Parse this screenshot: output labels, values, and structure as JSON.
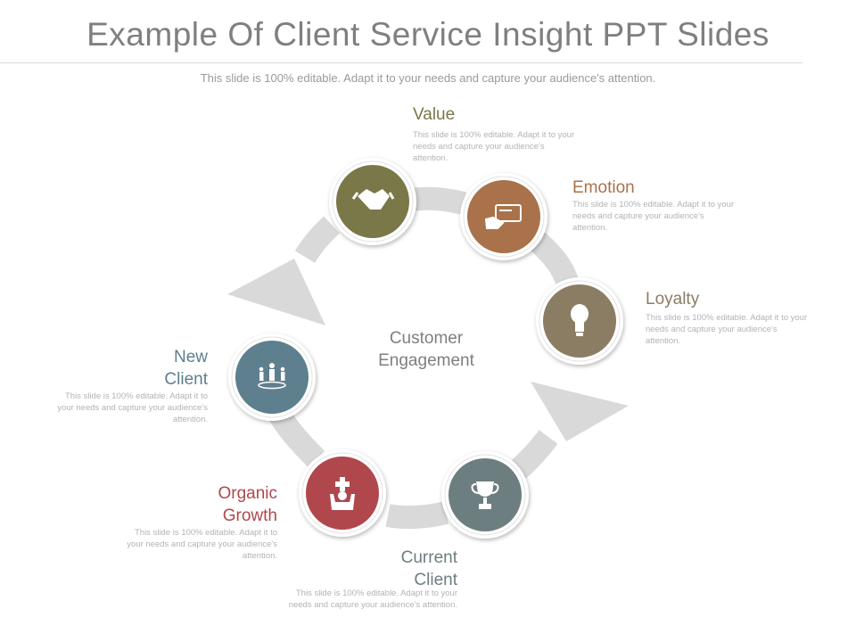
{
  "title": "Example Of Client Service Insight PPT Slides",
  "subtitle": "This slide is 100% editable. Adapt it to your needs and capture your audience's attention.",
  "center": {
    "line1": "Customer",
    "line2": "Engagement"
  },
  "colors": {
    "value": "#7a7748",
    "emotion": "#a9724a",
    "loyalty": "#8b7d64",
    "current_client": "#6d7e80",
    "organic_growth": "#b0474d",
    "new_client": "#5e7f8e",
    "ring": "#d9d9d9"
  },
  "nodes": [
    {
      "id": "value",
      "label_lines": [
        "Value"
      ],
      "desc": "This slide is 100% editable. Adapt it to your needs and capture your audience's attention.",
      "icon": "handshake-icon"
    },
    {
      "id": "emotion",
      "label_lines": [
        "Emotion"
      ],
      "desc": "This slide is 100% editable. Adapt it to your needs and capture your audience's attention.",
      "icon": "card-in-hand-icon"
    },
    {
      "id": "loyalty",
      "label_lines": [
        "Loyalty"
      ],
      "desc": "This slide is 100% editable. Adapt it to your needs and capture your audience's attention.",
      "icon": "lightbulb-icon"
    },
    {
      "id": "current_client",
      "label_lines": [
        "Current",
        "Client"
      ],
      "desc": "This slide is 100% editable. Adapt it to your needs and capture your audience's attention.",
      "icon": "trophy-icon"
    },
    {
      "id": "organic_growth",
      "label_lines": [
        "Organic",
        "Growth"
      ],
      "desc": "This slide is 100% editable. Adapt it to your needs and capture your audience's attention.",
      "icon": "person-with-plus-icon"
    },
    {
      "id": "new_client",
      "label_lines": [
        "New",
        "Client"
      ],
      "desc": "This slide is 100% editable. Adapt it to your needs and capture your audience's attention.",
      "icon": "people-group-icon"
    }
  ]
}
